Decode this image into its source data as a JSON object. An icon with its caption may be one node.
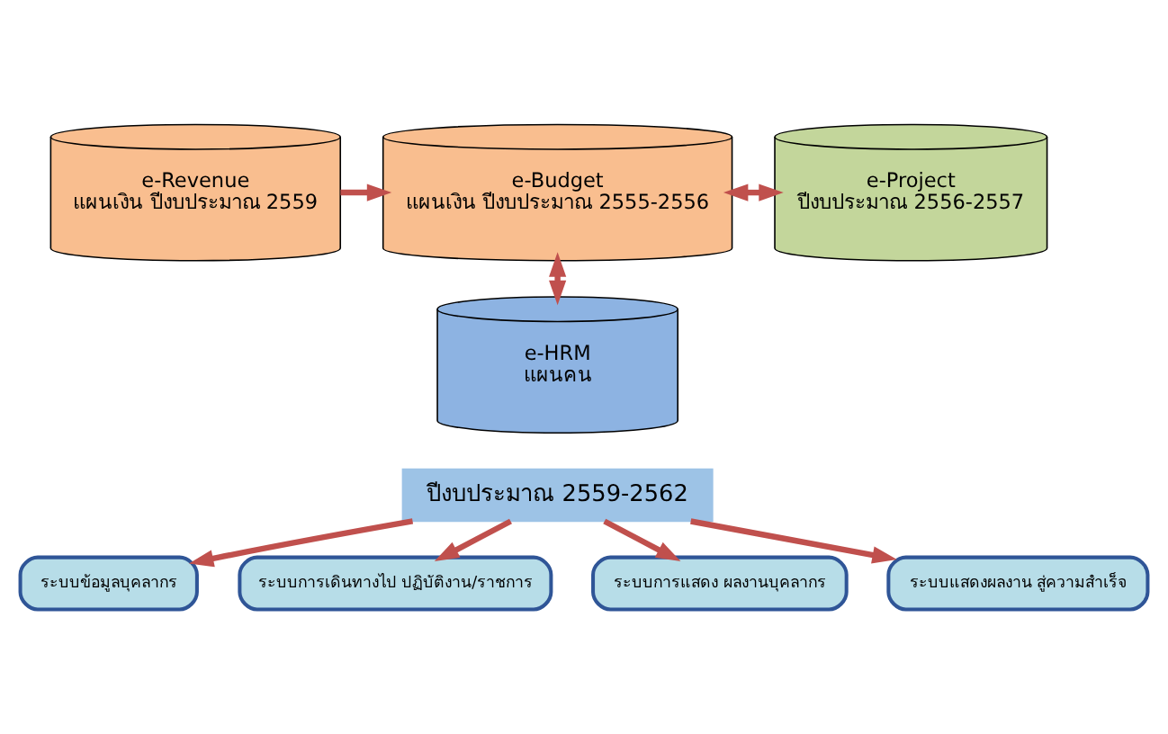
{
  "diagram": {
    "nodes": [
      {
        "text": [
          "e-Revenue",
          "แผนเงิน ปีงบประมาณ 2559"
        ]
      },
      {
        "text": [
          "e-Budget",
          "แผนเงิน ปีงบประมาณ 2555-2556"
        ]
      },
      {
        "text": [
          "e-Project",
          "ปีงบประมาณ 2556-2557"
        ]
      },
      {
        "text": [
          "e-HRM",
          "แผนคน"
        ]
      },
      {
        "text": [
          "ปีงบประมาณ 2559-2562"
        ]
      },
      {
        "text": [
          "ระบบข้อมูลบุคลากร"
        ]
      },
      {
        "text": [
          "ระบบการเดินทางไป ปฏิบัติงาน/ราชการ"
        ]
      },
      {
        "text": [
          "ระบบการแสดง ผลงานบุคลากร"
        ]
      },
      {
        "text": [
          "ระบบแสดงผลงาน สู่ความสำเร็จ"
        ]
      }
    ],
    "edges": [
      {
        "from": 0,
        "to": 1,
        "arrow": "to"
      },
      {
        "from": 1,
        "to": 2,
        "arrow": "both"
      },
      {
        "from": 1,
        "to": 3,
        "arrow": "both"
      },
      {
        "from": 4,
        "to": 5,
        "arrow": "to"
      },
      {
        "from": 4,
        "to": 6,
        "arrow": "to"
      },
      {
        "from": 4,
        "to": 7,
        "arrow": "to"
      },
      {
        "from": 4,
        "to": 8,
        "arrow": "to"
      }
    ]
  }
}
